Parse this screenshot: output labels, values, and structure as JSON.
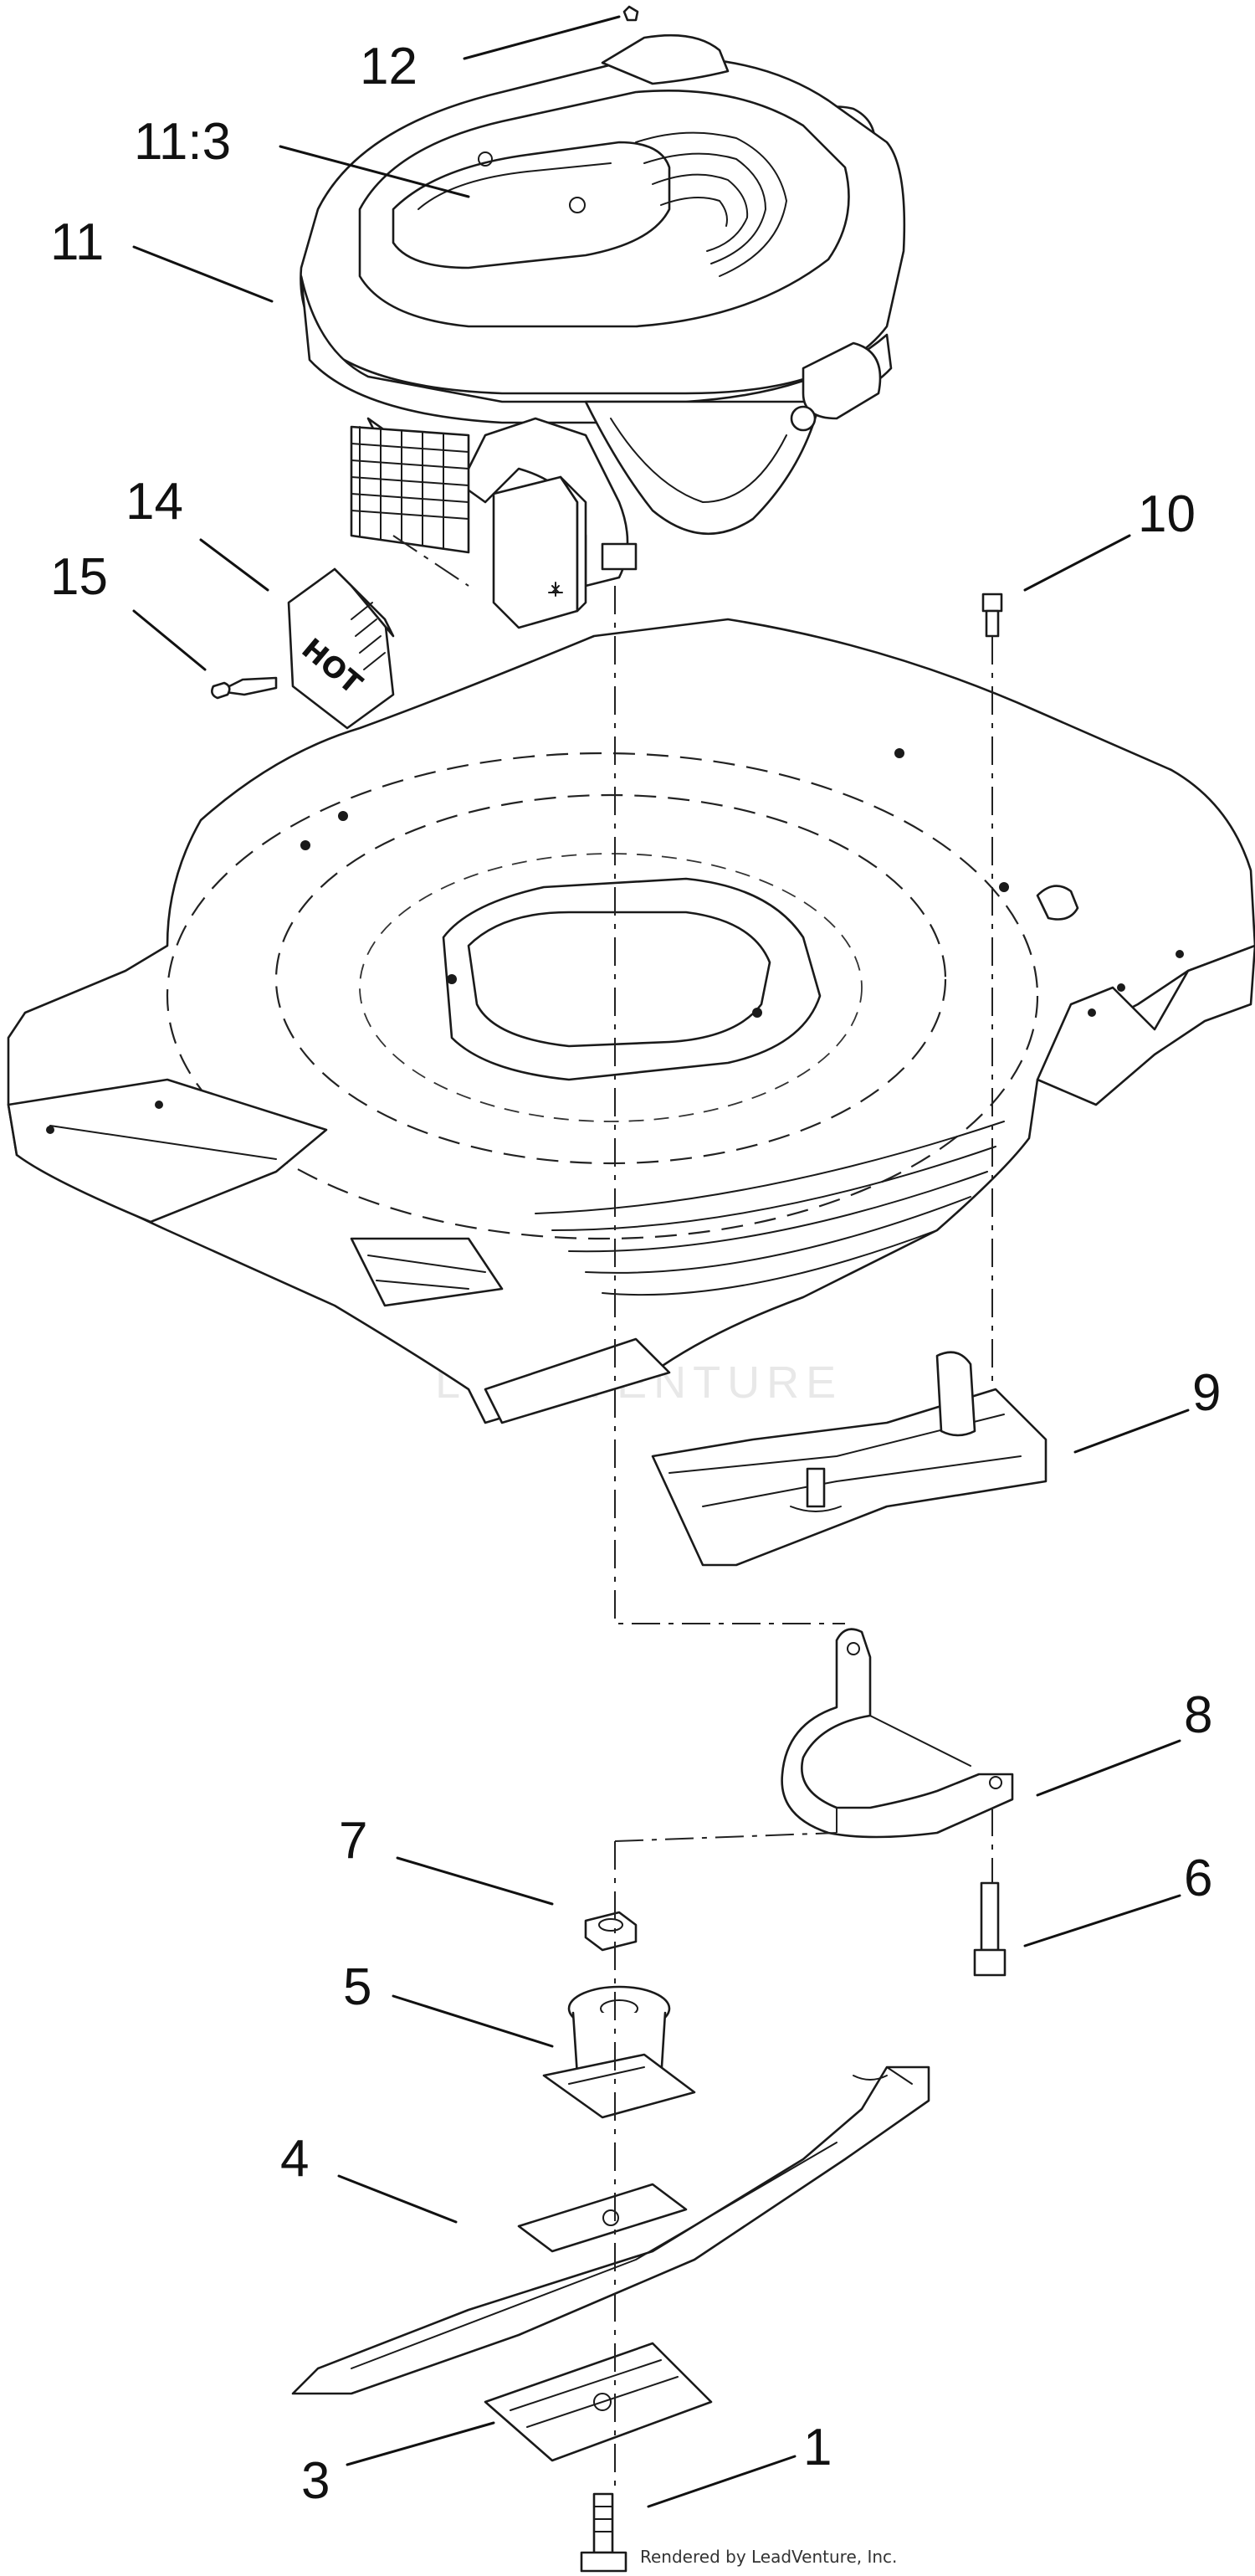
{
  "diagram": {
    "callouts": [
      {
        "id": "c12",
        "label": "12"
      },
      {
        "id": "c11-3",
        "label": "11:3"
      },
      {
        "id": "c11",
        "label": "11"
      },
      {
        "id": "c14",
        "label": "14"
      },
      {
        "id": "c15",
        "label": "15"
      },
      {
        "id": "c10",
        "label": "10"
      },
      {
        "id": "c9",
        "label": "9"
      },
      {
        "id": "c8",
        "label": "8"
      },
      {
        "id": "c7",
        "label": "7"
      },
      {
        "id": "c6",
        "label": "6"
      },
      {
        "id": "c5",
        "label": "5"
      },
      {
        "id": "c4",
        "label": "4"
      },
      {
        "id": "c3",
        "label": "3"
      },
      {
        "id": "c1",
        "label": "1"
      }
    ],
    "decal_text": "HOT",
    "watermark": "LEADVENTURE",
    "footer": "Rendered by LeadVenture, Inc."
  }
}
